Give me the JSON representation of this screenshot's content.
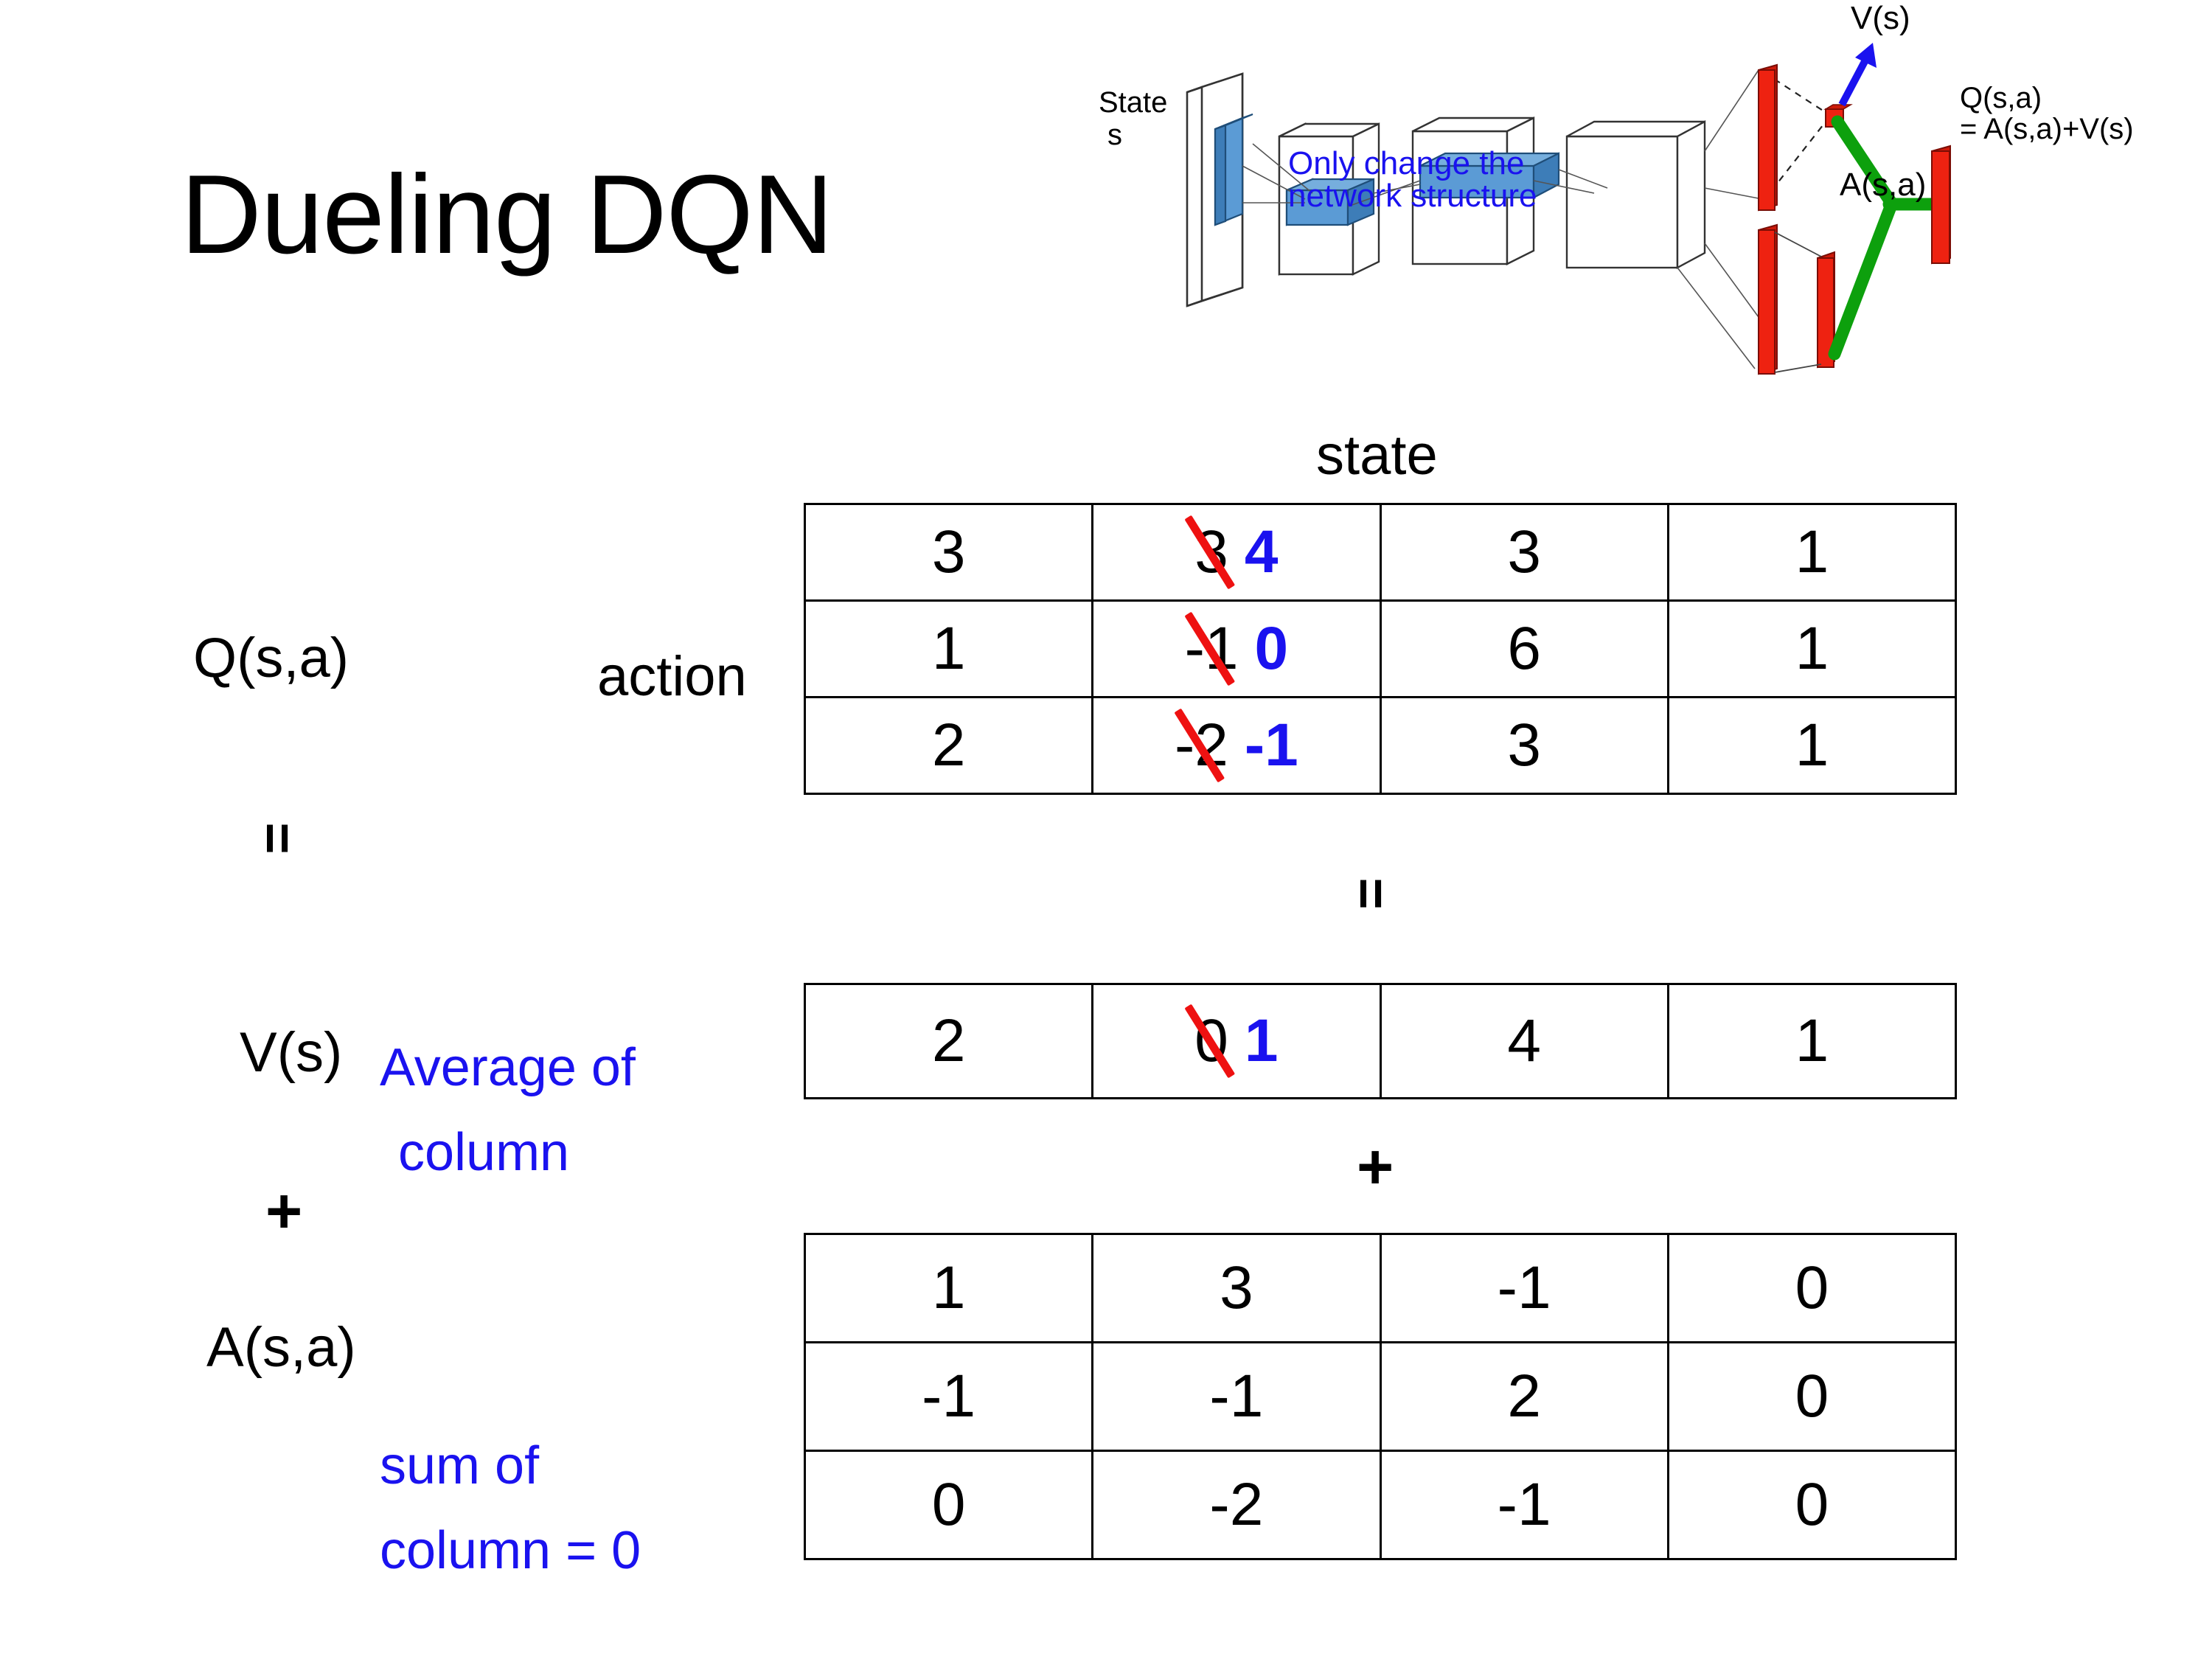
{
  "slide": {
    "title": "Dueling DQN",
    "background": "#ffffff"
  },
  "colors": {
    "highlight_blue": "#1a12ef",
    "strike_red": "#ee1111",
    "text_black": "#000000",
    "diagram_blue_block": "#5b9bd5",
    "diagram_red_bar": "#ee2211",
    "diagram_green_link": "#0da00d",
    "diagram_arrow_blue": "#1a12ef"
  },
  "diagram": {
    "state_label_line1": "State",
    "state_label_line2": "s",
    "note_line1": "Only change the",
    "note_line2": "network structure",
    "value_label": "V(s)",
    "advantage_label": "A(s,a)",
    "q_label_line1": "Q(s,a)",
    "q_label_line2": "= A(s,a)+V(s)"
  },
  "labels": {
    "q_label": "Q(s,a)",
    "v_label": "V(s)",
    "a_label": "A(s,a)",
    "action_axis": "action",
    "state_axis": "state",
    "equals_top": "=",
    "equals_mid": "=",
    "plus_left": "+",
    "plus_mid": "+",
    "avg_note_line1": "Average of",
    "avg_note_line2": "column",
    "sum_note_line1": "sum of",
    "sum_note_line2": "column = 0"
  },
  "chart_data": {
    "type": "table",
    "title": "Dueling DQN value decomposition: Q(s,a) = V(s) + A(s,a)",
    "xlabel": "state",
    "ylabel": "action",
    "tables": [
      {
        "name": "Q(s,a)",
        "rows": 3,
        "cols": 4,
        "values": [
          [
            "3",
            "3",
            "3",
            "1"
          ],
          [
            "1",
            "-1",
            "6",
            "1"
          ],
          [
            "2",
            "-2",
            "3",
            "1"
          ]
        ],
        "updates": [
          {
            "row": 0,
            "col": 1,
            "old": "3",
            "new": "4"
          },
          {
            "row": 1,
            "col": 1,
            "old": "-1",
            "new": "0"
          },
          {
            "row": 2,
            "col": 1,
            "old": "-2",
            "new": "-1"
          }
        ]
      },
      {
        "name": "V(s)",
        "rows": 1,
        "cols": 4,
        "values": [
          [
            "2",
            "0",
            "4",
            "1"
          ]
        ],
        "updates": [
          {
            "row": 0,
            "col": 1,
            "old": "0",
            "new": "1"
          }
        ]
      },
      {
        "name": "A(s,a)",
        "rows": 3,
        "cols": 4,
        "values": [
          [
            "1",
            "3",
            "-1",
            "0"
          ],
          [
            "-1",
            "-1",
            "2",
            "0"
          ],
          [
            "0",
            "-2",
            "-1",
            "0"
          ]
        ],
        "updates": []
      }
    ]
  }
}
